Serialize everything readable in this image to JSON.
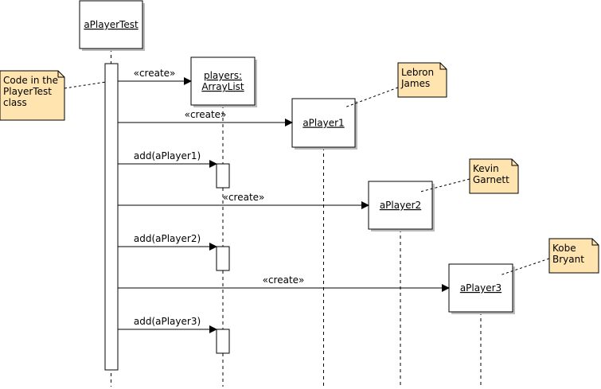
{
  "colors": {
    "line": "#000000",
    "box_fill": "#ffffff",
    "note_fill": "#ffe4b0",
    "background": "#ffffff"
  },
  "participants": [
    {
      "id": "aPlayerTest",
      "lines": [
        "aPlayerTest"
      ]
    },
    {
      "id": "players",
      "lines": [
        "players:",
        "ArrayList"
      ]
    },
    {
      "id": "aPlayer1",
      "lines": [
        "aPlayer1"
      ]
    },
    {
      "id": "aPlayer2",
      "lines": [
        "aPlayer2"
      ]
    },
    {
      "id": "aPlayer3",
      "lines": [
        "aPlayer3"
      ]
    }
  ],
  "messages": [
    {
      "from": "aPlayerTest",
      "to": "players",
      "label": "«create»",
      "kind": "create"
    },
    {
      "from": "aPlayerTest",
      "to": "aPlayer1",
      "label": "«create»",
      "kind": "create"
    },
    {
      "from": "aPlayerTest",
      "to": "players",
      "label": "add(aPlayer1)",
      "kind": "call"
    },
    {
      "from": "aPlayerTest",
      "to": "aPlayer2",
      "label": "«create»",
      "kind": "create"
    },
    {
      "from": "aPlayerTest",
      "to": "players",
      "label": "add(aPlayer2)",
      "kind": "call"
    },
    {
      "from": "aPlayerTest",
      "to": "aPlayer3",
      "label": "«create»",
      "kind": "create"
    },
    {
      "from": "aPlayerTest",
      "to": "players",
      "label": "add(aPlayer3)",
      "kind": "call"
    }
  ],
  "notes": [
    {
      "id": "note-playertest",
      "lines": [
        "Code in the",
        "PlayerTest",
        "class"
      ],
      "attached_to": "aPlayerTest"
    },
    {
      "id": "note-lebron",
      "lines": [
        "Lebron",
        "James"
      ],
      "attached_to": "aPlayer1"
    },
    {
      "id": "note-kevin",
      "lines": [
        "Kevin",
        "Garnett"
      ],
      "attached_to": "aPlayer2"
    },
    {
      "id": "note-kobe",
      "lines": [
        "Kobe",
        "Bryant"
      ],
      "attached_to": "aPlayer3"
    }
  ]
}
